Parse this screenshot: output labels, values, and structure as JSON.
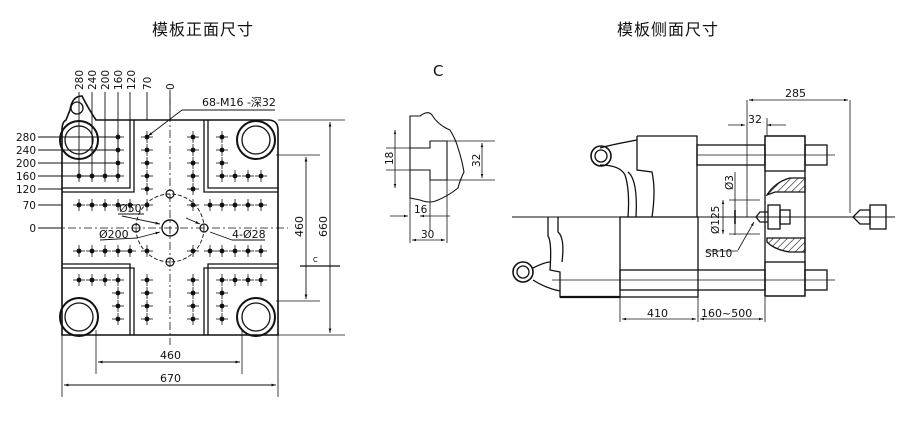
{
  "titles": {
    "front": "模板正面尺寸",
    "side": "模板侧面尺寸"
  },
  "detail_label": "C",
  "front_view": {
    "top_labels": [
      "280",
      "240",
      "200",
      "160",
      "120",
      "70",
      "0"
    ],
    "left_labels": [
      "280",
      "240",
      "200",
      "160",
      "120",
      "70",
      "0"
    ],
    "thread_note": "68-M16 -深32",
    "dia_center": "Ø50",
    "dia_circle": "Ø200",
    "holes_note": "4-Ø28",
    "section_mark": "C",
    "dim_inner_h": "460",
    "dim_outer_h": "660",
    "dim_inner_w": "460",
    "dim_outer_w": "670"
  },
  "detail_view": {
    "dim_18": "18",
    "dim_32": "32",
    "dim_16": "16",
    "dim_30": "30"
  },
  "side_view": {
    "dim_285": "285",
    "dim_32": "32",
    "dim_d3": "Ø3",
    "dim_d125": "Ø125",
    "dim_sr10": "SR10",
    "dim_410": "410",
    "dim_stroke": "160~500"
  }
}
